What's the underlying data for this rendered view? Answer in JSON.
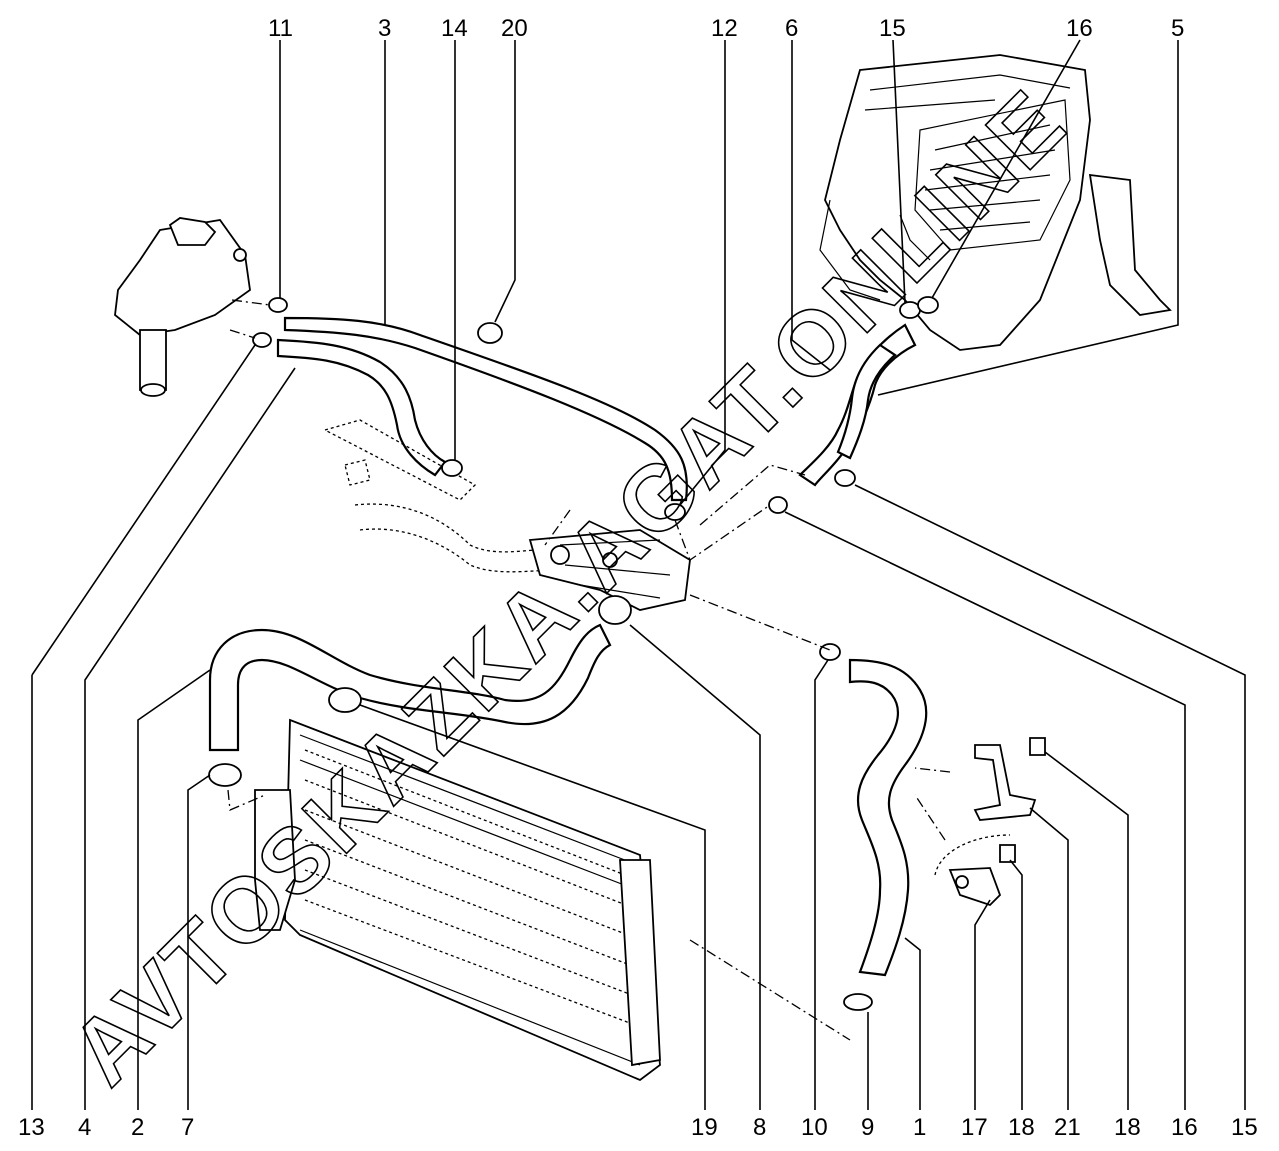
{
  "diagram": {
    "callouts_top": [
      "11",
      "3",
      "14",
      "20",
      "12",
      "6",
      "15",
      "16",
      "5"
    ],
    "callouts_bottom": [
      "13",
      "4",
      "2",
      "7",
      "19",
      "8",
      "10",
      "9",
      "1",
      "17",
      "18",
      "21",
      "18",
      "16",
      "15"
    ]
  },
  "watermark": "AVTOSKAZKA.AGAT.ONLINE"
}
